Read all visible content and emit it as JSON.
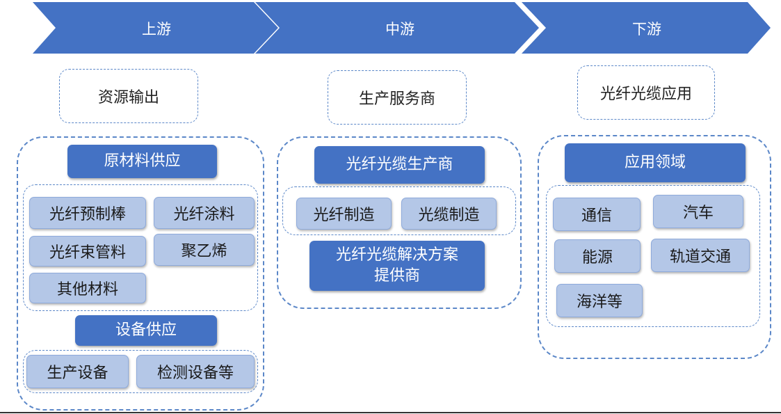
{
  "stages": [
    {
      "label": "上游"
    },
    {
      "label": "中游"
    },
    {
      "label": "下游"
    }
  ],
  "upstream": {
    "title": "资源输出",
    "group1": {
      "header": "原材料供应",
      "items": [
        "光纤预制棒",
        "光纤涂料",
        "光纤束管料",
        "聚乙烯",
        "其他材料"
      ]
    },
    "group2": {
      "header": "设备供应",
      "items": [
        "生产设备",
        "检测设备等"
      ]
    }
  },
  "midstream": {
    "title": "生产服务商",
    "header": "光纤光缆生产商",
    "items": [
      "光纤制造",
      "光缆制造"
    ],
    "solution": "光纤光缆解决方案\n提供商"
  },
  "downstream": {
    "title": "光纤光缆应用",
    "header": "应用领域",
    "items": [
      "通信",
      "汽车",
      "能源",
      "轨道交通",
      "海洋等"
    ]
  },
  "colors": {
    "chevron": "#4472c4",
    "dark_box": "#4472c4",
    "light_box": "#b4c7e7",
    "dash": "#5b87c8"
  }
}
